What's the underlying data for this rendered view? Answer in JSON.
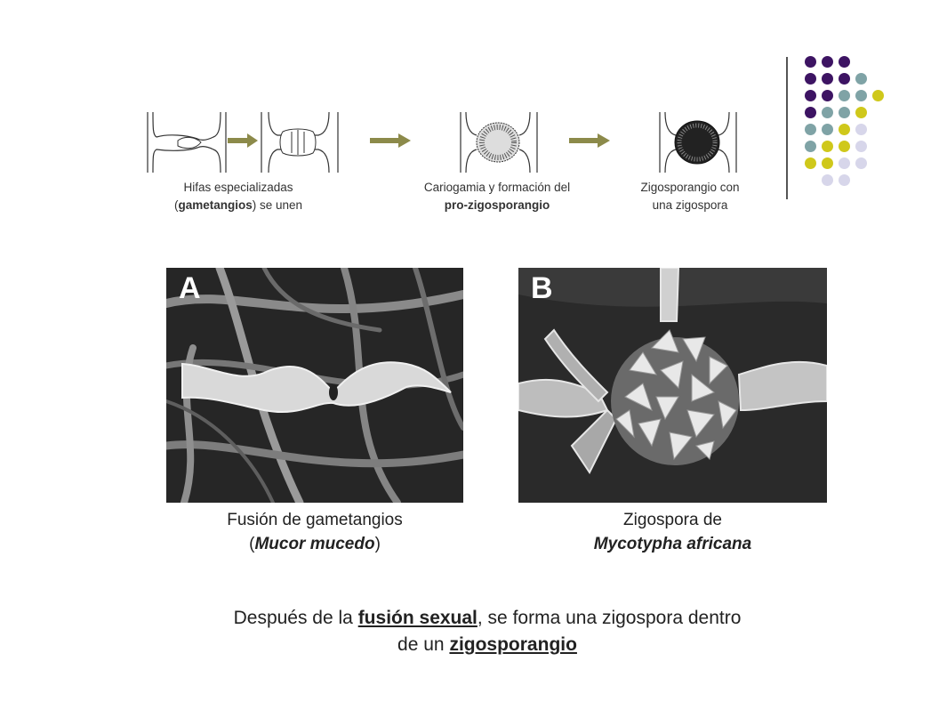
{
  "colors": {
    "purple": "#3d1463",
    "teal": "#7fa3a6",
    "yellow": "#cfc81b",
    "lavender": "#d7d6ea",
    "arrow": "#8c8a4a"
  },
  "diagram": {
    "stage1_caption_line1": "Hifas especializadas",
    "stage1_caption_pre": "(",
    "stage1_caption_bold": "gametangios",
    "stage1_caption_post": ")  se unen",
    "stage2_caption_line1": "Cariogamia y formación del",
    "stage2_caption_bold": "pro-zigosporangio",
    "stage3_caption_line1": "Zigosporangio con",
    "stage3_caption_line2": "una zigospora"
  },
  "photos": {
    "a_letter": "A",
    "a_caption_line1": "Fusión de gametangios",
    "a_caption_open": "(",
    "a_caption_italic": "Mucor mucedo",
    "a_caption_close": ")",
    "b_letter": "B",
    "b_caption_line1": "Zigospora de",
    "b_caption_italic": "Mycotypha africana"
  },
  "bottom_text": {
    "pre": "Después de la ",
    "term1": "fusión sexual",
    "mid": ", se forma una zigospora dentro",
    "line2_pre": "de un ",
    "term2": "zigosporangio"
  }
}
